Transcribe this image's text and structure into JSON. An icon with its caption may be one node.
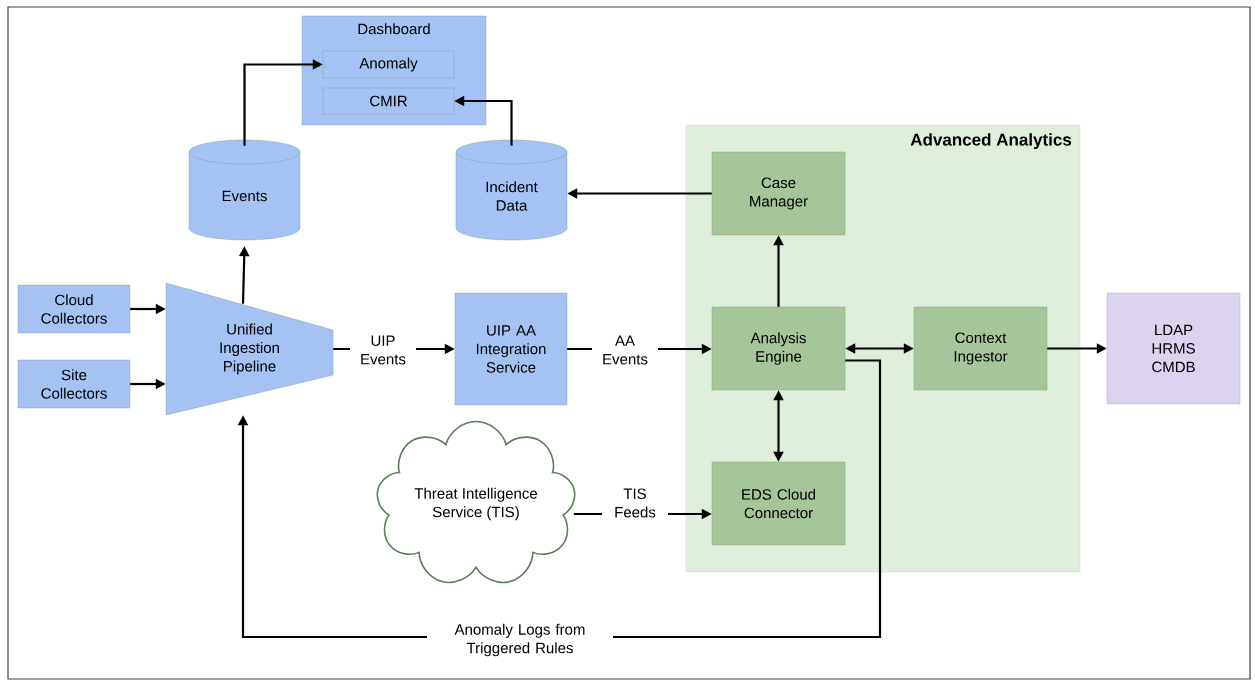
{
  "diagram": {
    "nodes": [
      {
        "text": [
          "Dashboard"
        ]
      },
      {
        "text": [
          "Anomaly"
        ],
        "in": 0
      },
      {
        "text": [
          "CMIR"
        ],
        "in": 0
      },
      {
        "text": [
          "Events"
        ]
      },
      {
        "text": [
          "Incident Data"
        ]
      },
      {
        "text": [
          "Advanced Analytics"
        ]
      },
      {
        "text": [
          "Case Manager"
        ],
        "in": 5
      },
      {
        "text": [
          "Cloud Collectors"
        ]
      },
      {
        "text": [
          "Site Collectors"
        ]
      },
      {
        "text": [
          "Unified Ingestion Pipeline"
        ]
      },
      {
        "text": [
          "UIP AA Integration Service"
        ]
      },
      {
        "text": [
          "Analysis Engine"
        ],
        "in": 5
      },
      {
        "text": [
          "Context Ingestor"
        ],
        "in": 5
      },
      {
        "text": [
          "EDS Cloud Connector"
        ],
        "in": 5
      },
      {
        "text": [
          "LDAP",
          "HRMS",
          "CMDB"
        ]
      },
      {
        "text": [
          "Threat Intelligence Service (TIS)"
        ]
      }
    ],
    "edges": [
      {
        "from": 7,
        "to": 9,
        "arrow": "to"
      },
      {
        "from": 8,
        "to": 9,
        "arrow": "to"
      },
      {
        "from": 9,
        "to": 3,
        "arrow": "to"
      },
      {
        "from": 3,
        "to": 1,
        "arrow": "to"
      },
      {
        "from": 4,
        "to": 2,
        "arrow": "to"
      },
      {
        "from": 6,
        "to": 4,
        "arrow": "to"
      },
      {
        "from": 11,
        "to": 6,
        "arrow": "to"
      },
      {
        "from": 9,
        "to": 10,
        "arrow": "to",
        "label": "UIP Events"
      },
      {
        "from": 10,
        "to": 11,
        "arrow": "to",
        "label": "AA Events"
      },
      {
        "from": 11,
        "to": 12,
        "arrow": "both"
      },
      {
        "from": 12,
        "to": 14,
        "arrow": "to"
      },
      {
        "from": 11,
        "to": 13,
        "arrow": "both"
      },
      {
        "from": 15,
        "to": 13,
        "arrow": "to",
        "label": "TIS Feeds"
      },
      {
        "from": 11,
        "to": 9,
        "arrow": "to",
        "label": "Anomaly Logs from Triggered Rules"
      }
    ]
  }
}
